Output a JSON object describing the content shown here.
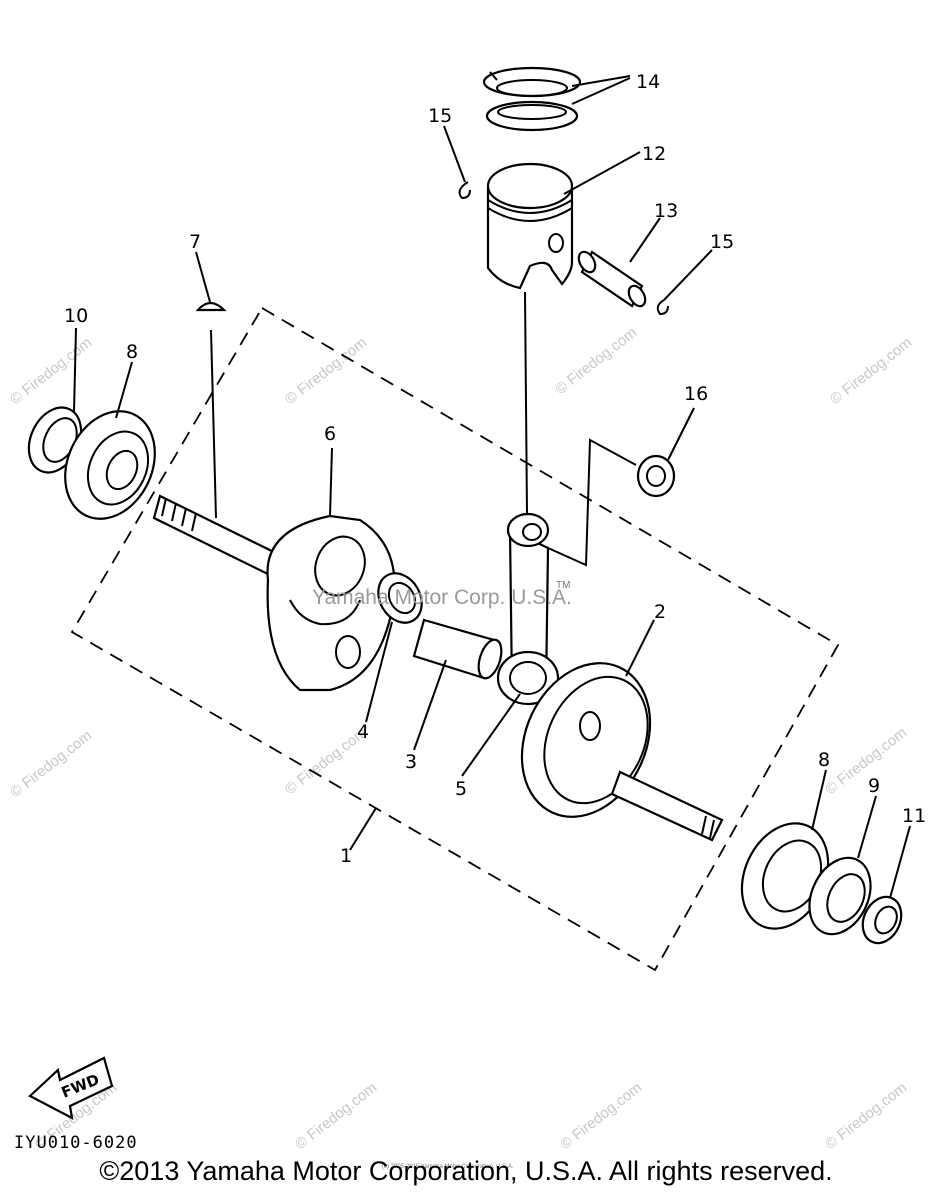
{
  "diagram": {
    "callouts": [
      {
        "id": "1",
        "label": "1"
      },
      {
        "id": "2",
        "label": "2"
      },
      {
        "id": "3",
        "label": "3"
      },
      {
        "id": "4",
        "label": "4"
      },
      {
        "id": "5",
        "label": "5"
      },
      {
        "id": "6",
        "label": "6"
      },
      {
        "id": "7",
        "label": "7"
      },
      {
        "id": "8a",
        "label": "8"
      },
      {
        "id": "8b",
        "label": "8"
      },
      {
        "id": "9",
        "label": "9"
      },
      {
        "id": "10",
        "label": "10"
      },
      {
        "id": "11",
        "label": "11"
      },
      {
        "id": "12",
        "label": "12"
      },
      {
        "id": "13",
        "label": "13"
      },
      {
        "id": "14",
        "label": "14"
      },
      {
        "id": "15a",
        "label": "15"
      },
      {
        "id": "15b",
        "label": "15"
      },
      {
        "id": "16",
        "label": "16"
      }
    ],
    "fwd_label": "FWD",
    "part_number": "IYU010-6020",
    "center_watermark": "Yamaha Motor Corp. U.S.A.",
    "center_watermark_tm": "TM",
    "watermark_text": "© Firedog.com",
    "tiny_notice": "(c) 2005-2015 Yamaha Motor Corporation, U.S.A.",
    "copyright": "©2013 Yamaha Motor Corporation, U.S.A. All rights reserved."
  }
}
